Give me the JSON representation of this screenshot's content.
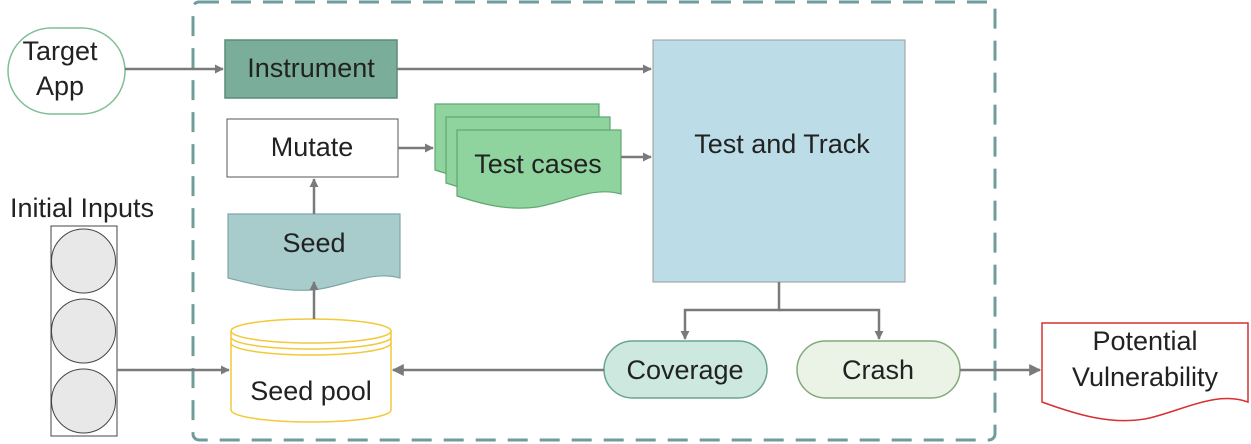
{
  "nodes": {
    "target_app": [
      "Target",
      "App"
    ],
    "instrument": "Instrument",
    "mutate": "Mutate",
    "test_cases": "Test cases",
    "test_and_track": "Test and Track",
    "initial_inputs": "Initial Inputs",
    "seed": "Seed",
    "seed_pool": "Seed pool",
    "coverage": "Coverage",
    "crash": "Crash",
    "potential_vulnerability": [
      "Potential",
      "Vulnerability"
    ]
  },
  "colors": {
    "boundary": "#6f9c9c",
    "arrow": "#7a7a7a",
    "target_app_border": "#7fbf95",
    "instrument_fill": "#7aae9a",
    "instrument_border": "#5b8c7a",
    "test_cases_fill": "#8fd39e",
    "test_cases_border": "#5fa872",
    "test_and_track_fill": "#bcdde8",
    "seed_fill": "#a8cccc",
    "seed_pool_border": "#f2c93a",
    "coverage_fill": "#cde9df",
    "coverage_border": "#69a48f",
    "crash_fill": "#eaf3e6",
    "crash_border": "#82a978",
    "vulnerability_border": "#d7302f"
  }
}
